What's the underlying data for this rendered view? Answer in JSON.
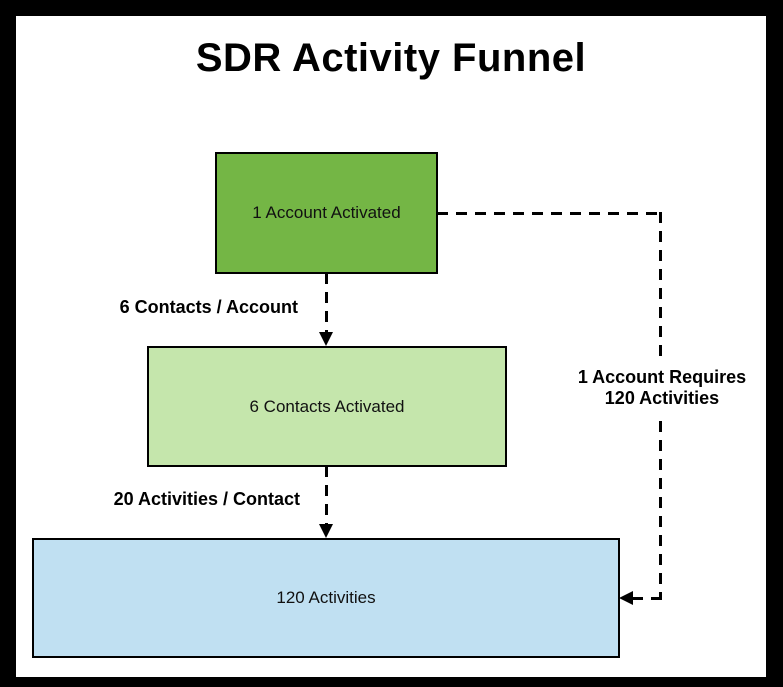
{
  "title": "SDR Activity Funnel",
  "colors": {
    "frame": "#000000",
    "canvas_background": "#ffffff",
    "node_stroke": "#000000",
    "connector": "#000000",
    "text": "#000000",
    "account_fill": "#74b645",
    "contacts_fill": "#c5e6ac",
    "activities_fill": "#c0e0f2"
  },
  "nodes": [
    {
      "id": "account",
      "label": "1 Account Activated"
    },
    {
      "id": "contacts",
      "label": "6 Contacts Activated"
    },
    {
      "id": "activities",
      "label": "120 Activities"
    }
  ],
  "edges": [
    {
      "from": "account",
      "to": "contacts",
      "label": "6 Contacts / Account"
    },
    {
      "from": "contacts",
      "to": "activities",
      "label": "20 Activities / Contact"
    },
    {
      "from": "account",
      "to": "activities",
      "label_line1": "1 Account Requires",
      "label_line2": "120 Activities"
    }
  ]
}
